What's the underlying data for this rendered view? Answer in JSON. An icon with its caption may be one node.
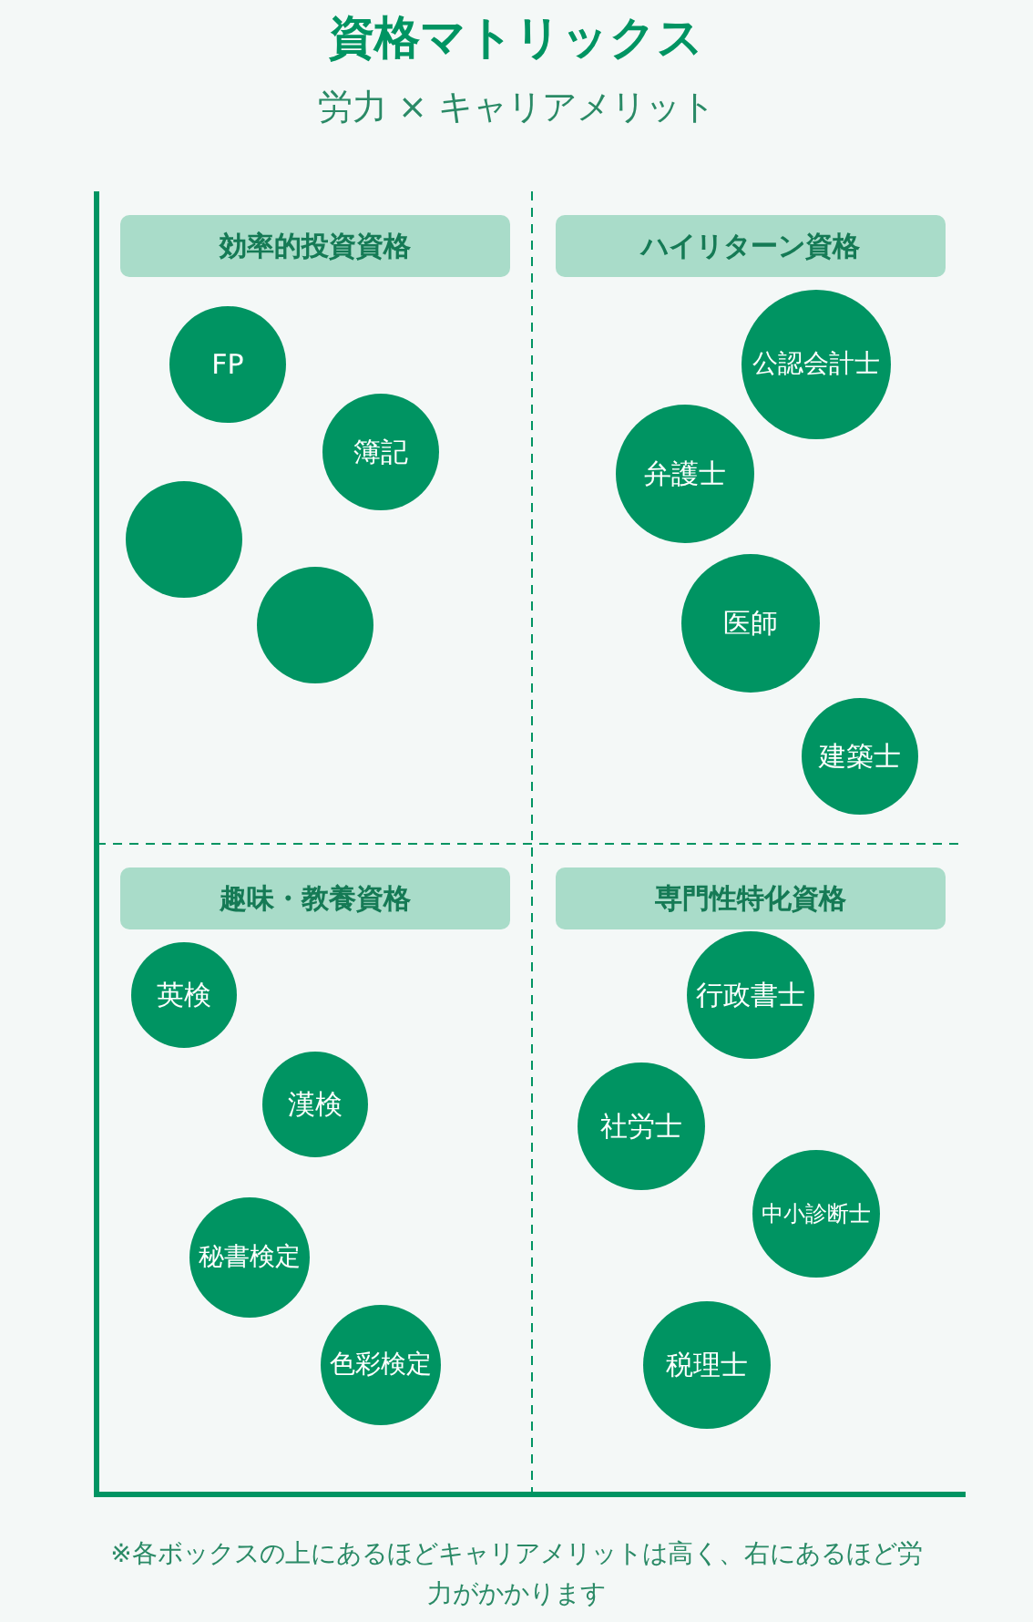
{
  "diagram": {
    "title": "資格マトリックス",
    "caption": "※各ボックスの上にあるほどキャリアメリットは高く、右にあるほど労力がかかります",
    "nodes": [
      {
        "text": [
          "効率的投資資格"
        ]
      },
      {
        "text": [
          "ハイリターン資格"
        ]
      },
      {
        "text": [
          "FP"
        ]
      },
      {
        "text": [
          "公認会計士"
        ]
      },
      {
        "text": [
          "簿記"
        ]
      },
      {
        "text": [
          "弁護士"
        ]
      },
      {
        "text": [],
        "shape": "circle"
      },
      {
        "text": [
          "医師"
        ]
      },
      {
        "text": [],
        "shape": "circle"
      },
      {
        "text": [
          "建築士"
        ]
      },
      {
        "text": [
          "趣味・教養資格"
        ]
      },
      {
        "text": [
          "専門性特化資格"
        ]
      },
      {
        "text": [
          "英検"
        ]
      },
      {
        "text": [
          "行政書士"
        ]
      },
      {
        "text": [
          "漢検"
        ]
      },
      {
        "text": [
          "社労士"
        ]
      },
      {
        "text": [
          "秘書検定"
        ]
      },
      {
        "text": [
          "中小診断士"
        ]
      },
      {
        "text": [
          "色彩検定"
        ]
      },
      {
        "text": [
          "税理士"
        ]
      }
    ],
    "labels": [
      "労力 × キャリアメリット"
    ]
  }
}
